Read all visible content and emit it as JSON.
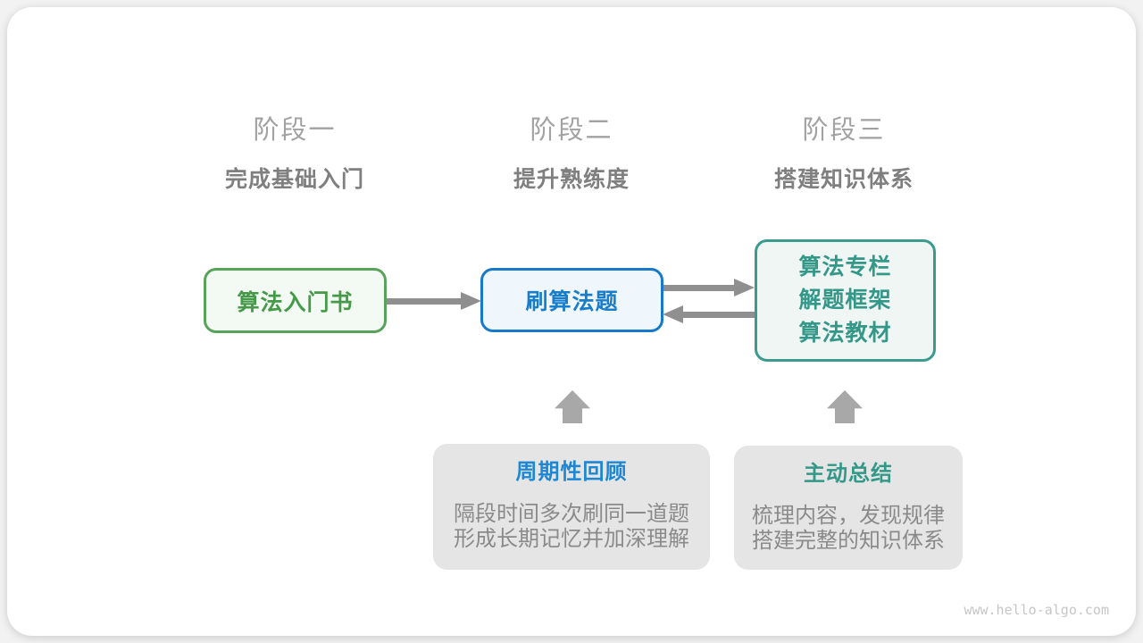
{
  "stages": [
    {
      "label": "阶段一",
      "subtitle": "完成基础入门"
    },
    {
      "label": "阶段二",
      "subtitle": "提升熟练度"
    },
    {
      "label": "阶段三",
      "subtitle": "搭建知识体系"
    }
  ],
  "nodes": {
    "intro_book": {
      "label": "算法入门书"
    },
    "practice": {
      "label": "刷算法题"
    },
    "resources": {
      "lines": [
        "算法专栏",
        "解题框架",
        "算法教材"
      ]
    }
  },
  "notes": {
    "periodic_review": {
      "title": "周期性回顾",
      "body_lines": [
        "隔段时间多次刷同一道题",
        "形成长期记忆并加深理解"
      ]
    },
    "active_summary": {
      "title": "主动总结",
      "body_lines": [
        "梳理内容，发现规律",
        "搭建完整的知识体系"
      ]
    }
  },
  "edges": [
    {
      "from": "intro_book",
      "to": "practice",
      "direction": "right"
    },
    {
      "from": "practice",
      "to": "resources",
      "direction": "right"
    },
    {
      "from": "resources",
      "to": "practice",
      "direction": "left"
    },
    {
      "from": "periodic_review",
      "to": "practice",
      "direction": "up"
    },
    {
      "from": "active_summary",
      "to": "resources",
      "direction": "up"
    }
  ],
  "watermark": "www.hello-algo.com",
  "palette": {
    "green_border": "#58A25C",
    "green_fill": "#F3F9F3",
    "green_text": "#449A48",
    "blue_border": "#1779C8",
    "blue_fill": "#EFF7FD",
    "blue_text": "#187DCB",
    "teal_border": "#3A9B8E",
    "teal_fill": "#EFF6F4",
    "teal_text": "#349888",
    "note_fill": "#E5E5E5",
    "note_body_text": "#8A8A8A",
    "stage_label_text": "#A2A2A2",
    "stage_subtitle_text": "#7F7F7F",
    "arrow": "#8F8F8F",
    "block_arrow": "#A8A8A8",
    "watermark_text": "#C6C6C6"
  }
}
